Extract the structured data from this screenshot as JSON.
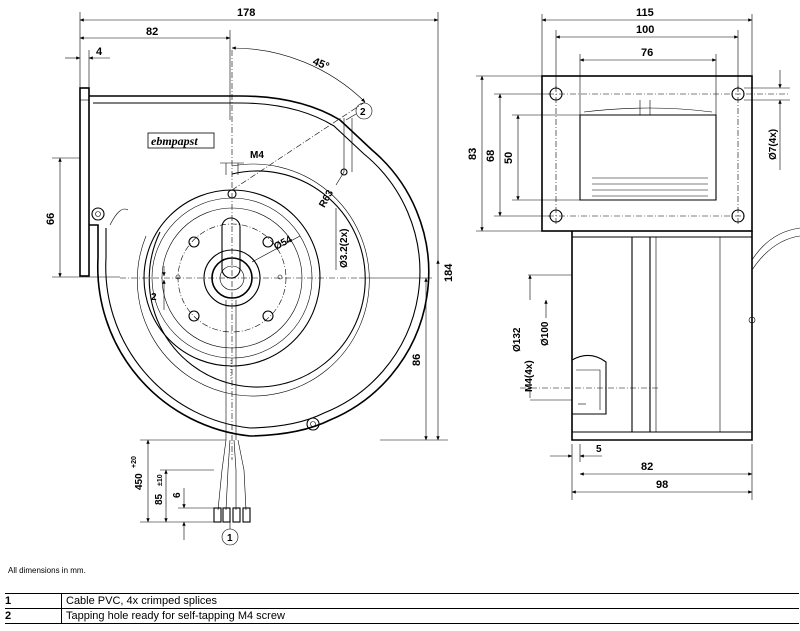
{
  "front_view": {
    "width_total": "178",
    "width_inlet": "82",
    "flange_thickness": "4",
    "angle": "45°",
    "height_66": "66",
    "height_86": "86",
    "height_184": "184",
    "thread": "M4",
    "radius": "R63",
    "hole_dia": "Ø3.2(2x)",
    "circle_dia": "Ø54",
    "offset_2": "2",
    "cable_length": "450",
    "cable_tol": "+20",
    "strip_85": "85",
    "strip_85_tol": "±10",
    "strip_6": "6",
    "brand": "ebmpapst",
    "callout_1": "1",
    "callout_2": "2"
  },
  "side_view": {
    "width_115": "115",
    "width_100": "100",
    "width_76": "76",
    "height_83": "83",
    "height_68": "68",
    "height_50": "50",
    "hole_7": "Ø7(4x)",
    "dia_132": "Ø132",
    "dia_100": "Ø100",
    "thread_m4": "M4(4x)",
    "depth_5": "5",
    "depth_82": "82",
    "depth_98": "98"
  },
  "footnote": "All dimensions in mm.",
  "notes": [
    {
      "num": "1",
      "text": "Cable PVC, 4x crimped splices"
    },
    {
      "num": "2",
      "text": "Tapping hole ready for self-tapping M4 screw"
    }
  ]
}
